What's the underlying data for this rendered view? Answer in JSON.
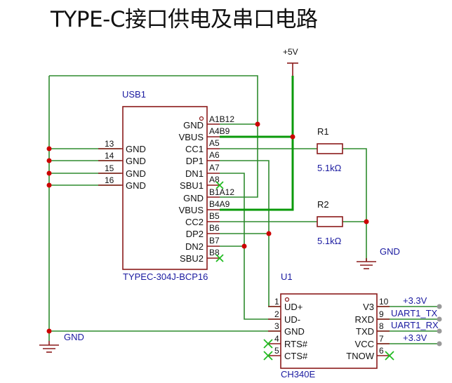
{
  "title": "TYPE-C接口供电及串口电路",
  "colors": {
    "wire": "#2e8b2e",
    "power_wire": "#0a9a0a",
    "component": "#8b1a1a",
    "junction": "#cc0000",
    "designator": "#1a1aa0",
    "net_label": "#1a1aa0",
    "pin_text": "#111111",
    "no_connect": "#22bb22",
    "port_dot": "#999999"
  },
  "power": {
    "vcc_label": "+5V",
    "gnd_label_left": "GND",
    "gnd_label_right": "GND"
  },
  "usb1": {
    "designator": "USB1",
    "part": "TYPEC-304J-BCP16",
    "left_pins": [
      {
        "num": "13",
        "name": "GND"
      },
      {
        "num": "14",
        "name": "GND"
      },
      {
        "num": "15",
        "name": "GND"
      },
      {
        "num": "16",
        "name": "GND"
      }
    ],
    "right_pins": [
      {
        "name": "GND",
        "num": "A1B12"
      },
      {
        "name": "VBUS",
        "num": "A4B9"
      },
      {
        "name": "CC1",
        "num": "A5"
      },
      {
        "name": "DP1",
        "num": "A6"
      },
      {
        "name": "DN1",
        "num": "A7"
      },
      {
        "name": "SBU1",
        "num": "A8"
      },
      {
        "name": "GND",
        "num": "B1A12"
      },
      {
        "name": "VBUS",
        "num": "B4A9"
      },
      {
        "name": "CC2",
        "num": "B5"
      },
      {
        "name": "DP2",
        "num": "B6"
      },
      {
        "name": "DN2",
        "num": "B7"
      },
      {
        "name": "SBU2",
        "num": "B8"
      }
    ]
  },
  "r1": {
    "designator": "R1",
    "value": "5.1kΩ"
  },
  "r2": {
    "designator": "R2",
    "value": "5.1kΩ"
  },
  "u1": {
    "designator": "U1",
    "part": "CH340E",
    "left_pins": [
      {
        "num": "1",
        "name": "UD+"
      },
      {
        "num": "2",
        "name": "UD-"
      },
      {
        "num": "3",
        "name": "GND"
      },
      {
        "num": "4",
        "name": "RTS#"
      },
      {
        "num": "5",
        "name": "CTS#"
      }
    ],
    "right_pins": [
      {
        "num": "10",
        "name": "V3"
      },
      {
        "num": "9",
        "name": "RXD"
      },
      {
        "num": "8",
        "name": "TXD"
      },
      {
        "num": "7",
        "name": "VCC"
      },
      {
        "num": "6",
        "name": "TNOW"
      }
    ]
  },
  "net_labels": {
    "v3": "+3.3V",
    "rxd": "UART1_TX",
    "txd": "UART1_RX",
    "vcc": "+3.3V"
  }
}
